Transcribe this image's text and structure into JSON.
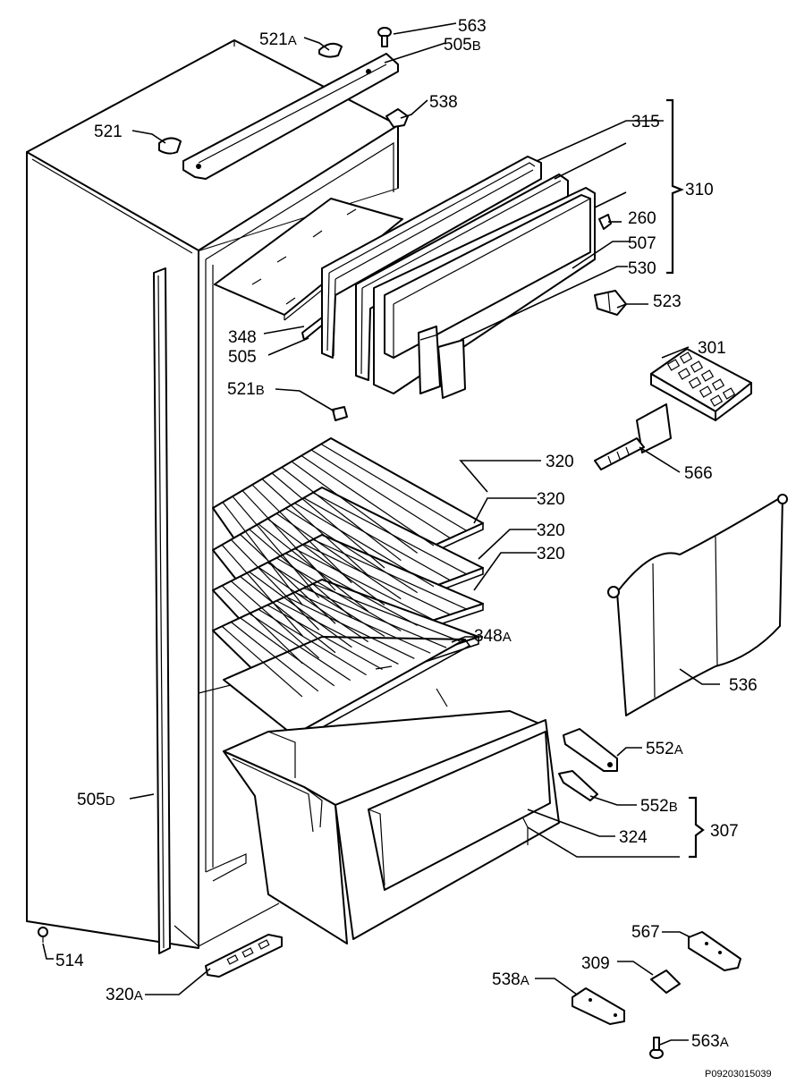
{
  "diagram": {
    "drawing_code": "P09203015039",
    "callouts": [
      {
        "id": "c521a",
        "num": "521",
        "suf": "A"
      },
      {
        "id": "c563",
        "num": "563",
        "suf": ""
      },
      {
        "id": "c505b",
        "num": "505",
        "suf": "B"
      },
      {
        "id": "c538",
        "num": "538",
        "suf": ""
      },
      {
        "id": "c521",
        "num": "521",
        "suf": ""
      },
      {
        "id": "c315",
        "num": "315",
        "suf": ""
      },
      {
        "id": "c310",
        "num": "310",
        "suf": ""
      },
      {
        "id": "c260",
        "num": "260",
        "suf": ""
      },
      {
        "id": "c507",
        "num": "507",
        "suf": ""
      },
      {
        "id": "c530",
        "num": "530",
        "suf": ""
      },
      {
        "id": "c523",
        "num": "523",
        "suf": ""
      },
      {
        "id": "c348",
        "num": "348",
        "suf": ""
      },
      {
        "id": "c505",
        "num": "505",
        "suf": ""
      },
      {
        "id": "c521b",
        "num": "521",
        "suf": "B"
      },
      {
        "id": "c301",
        "num": "301",
        "suf": ""
      },
      {
        "id": "c566",
        "num": "566",
        "suf": ""
      },
      {
        "id": "c320a",
        "num": "320",
        "suf": ""
      },
      {
        "id": "c320b",
        "num": "320",
        "suf": ""
      },
      {
        "id": "c320c",
        "num": "320",
        "suf": ""
      },
      {
        "id": "c320d",
        "num": "320",
        "suf": ""
      },
      {
        "id": "c348a",
        "num": "348",
        "suf": "A"
      },
      {
        "id": "c536",
        "num": "536",
        "suf": ""
      },
      {
        "id": "c552a",
        "num": "552",
        "suf": "A"
      },
      {
        "id": "c552b",
        "num": "552",
        "suf": "B"
      },
      {
        "id": "c307",
        "num": "307",
        "suf": ""
      },
      {
        "id": "c324",
        "num": "324",
        "suf": ""
      },
      {
        "id": "c505d",
        "num": "505",
        "suf": "D"
      },
      {
        "id": "c514",
        "num": "514",
        "suf": ""
      },
      {
        "id": "c567",
        "num": "567",
        "suf": ""
      },
      {
        "id": "c309",
        "num": "309",
        "suf": ""
      },
      {
        "id": "c538a",
        "num": "538",
        "suf": "A"
      },
      {
        "id": "c320sa",
        "num": "320",
        "suf": "A"
      },
      {
        "id": "c563a",
        "num": "563",
        "suf": "A"
      }
    ]
  }
}
